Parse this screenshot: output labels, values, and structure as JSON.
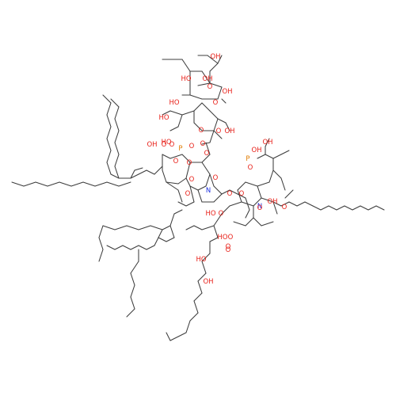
{
  "molecule": {
    "colors": {
      "bond": "#3c3c3c",
      "O": "#e8211a",
      "N": "#1a2ee0",
      "P": "#e07b00",
      "C": "#3c3c3c"
    },
    "bonds": [],
    "labels": [
      {
        "text": "OH"
      },
      {
        "text": "HO"
      },
      {
        "text": "OH"
      },
      {
        "text": "HO"
      },
      {
        "text": "O"
      },
      {
        "text": "OH"
      },
      {
        "text": "O"
      },
      {
        "text": "O"
      },
      {
        "text": "HO"
      },
      {
        "text": "O"
      },
      {
        "text": "OH"
      },
      {
        "text": "OH"
      },
      {
        "text": "O"
      },
      {
        "text": "O"
      },
      {
        "text": "HO"
      },
      {
        "text": "P"
      },
      {
        "text": "O"
      },
      {
        "text": "O"
      },
      {
        "text": "O"
      },
      {
        "text": "O"
      },
      {
        "text": "O"
      },
      {
        "text": "O"
      },
      {
        "text": "O"
      },
      {
        "text": "N"
      },
      {
        "text": "O"
      },
      {
        "text": "O"
      },
      {
        "text": "O"
      },
      {
        "text": "HO"
      },
      {
        "text": "O"
      },
      {
        "text": "OH"
      },
      {
        "text": "P"
      },
      {
        "text": "OH"
      },
      {
        "text": "O"
      },
      {
        "text": "N"
      },
      {
        "text": "O"
      },
      {
        "text": "OH"
      },
      {
        "text": "HO"
      },
      {
        "text": "O"
      },
      {
        "text": "O"
      },
      {
        "text": "HO"
      },
      {
        "text": "OH"
      },
      {
        "text": "O"
      },
      {
        "text": "O"
      }
    ]
  }
}
